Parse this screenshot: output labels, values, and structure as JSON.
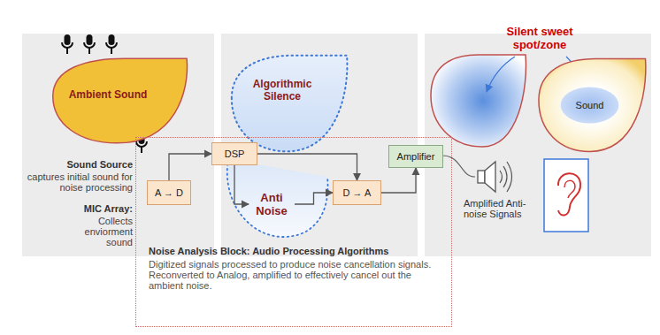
{
  "diagram": {
    "nodes": [
      {
        "text": [
          "Ambient Sound"
        ]
      },
      {
        "text": [
          "Algorithmic Silence"
        ]
      },
      {
        "text": [
          "Sound"
        ]
      },
      {
        "text": [
          "Noise Analysis Block: Audio Processing Algorithms",
          "Digitized signals processed to produce noise cancellation signals. Reconverted to Analog, amplified to effectively cancel out the ambient noise."
        ]
      },
      {
        "text": [
          "A → D"
        ],
        "in": 3
      },
      {
        "text": [
          "DSP"
        ],
        "in": 3
      },
      {
        "text": [
          "Anti Noise"
        ],
        "in": 3
      },
      {
        "text": [
          "D → A"
        ],
        "in": 3
      },
      {
        "text": [
          "Amplifier"
        ],
        "in": 3
      }
    ],
    "edges": [
      {
        "from": 4,
        "to": 5,
        "arrow": "to"
      },
      {
        "from": 5,
        "to": 6,
        "arrow": "to"
      },
      {
        "from": 5,
        "to": 7,
        "arrow": "to"
      },
      {
        "from": 6,
        "to": 7,
        "arrow": "to"
      },
      {
        "from": 7,
        "to": 8,
        "arrow": "to"
      }
    ],
    "labels": [
      "Sound Source",
      "captures initial sound for noise processing",
      "MIC Array:",
      "Collects enviorment sound",
      "Silent sweet spot/zone",
      "Amplified Anti-noise Signals"
    ]
  }
}
